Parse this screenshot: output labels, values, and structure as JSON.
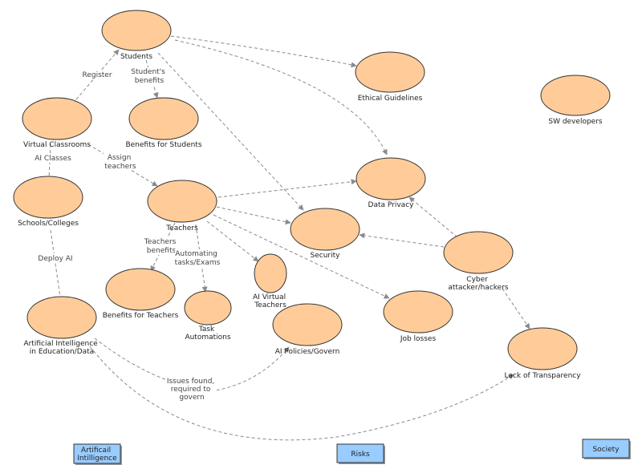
{
  "nodes": {
    "students": "Students",
    "ethical": "Ethical Guidelines",
    "sw_developers": "SW developers",
    "virtual_classrooms": "Virtual Classrooms",
    "benefits_students": "Benefits for Students",
    "schools": "Schools/Colleges",
    "teachers": "Teachers",
    "data_privacy": "Data Privacy",
    "security": "Security",
    "cyber": [
      "Cyber",
      "attacker/hackers"
    ],
    "ai_virtual_teachers": [
      "AI Virtual",
      "Teachers"
    ],
    "benefits_teachers": "Benefits for Teachers",
    "task_automations": [
      "Task",
      "Automations"
    ],
    "job_losses": "Job losses",
    "ai_policies": "AI Policies/Govern",
    "lack_transparency": "Lack of Transparency",
    "ai_education": [
      "Artificial Intelligence",
      "in Education/Data"
    ]
  },
  "edge_labels": {
    "register": "Register",
    "students_benefits": [
      "Student's",
      "benefits"
    ],
    "ai_classes": "AI Classes",
    "assign_teachers": [
      "Assign",
      "teachers"
    ],
    "deploy_ai": "Deploy AI",
    "teachers_benefits": [
      "Teachers",
      "benefits"
    ],
    "automating": [
      "Automating",
      "tasks/Exams"
    ],
    "issues": [
      "Issues found,",
      "required to",
      "govern"
    ]
  },
  "legend": {
    "ai": [
      "Artificail",
      "Intilligence"
    ],
    "risks": "Risks",
    "society": "Society"
  },
  "colors": {
    "node_fill": "#ffcc99",
    "legend_fill": "#99ccff",
    "edge": "#8a8a8a"
  }
}
